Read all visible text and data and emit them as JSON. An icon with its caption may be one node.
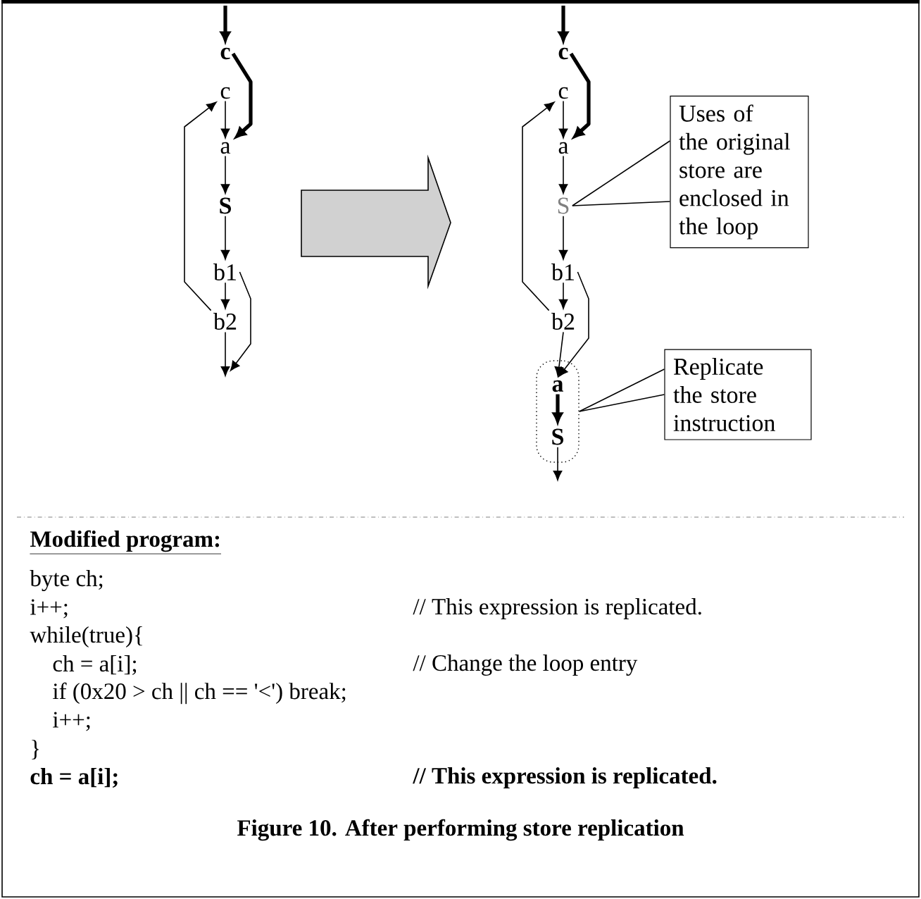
{
  "diagram": {
    "caption": "Figure 10. After performing store replication",
    "nodes": [
      {
        "text": [
          "c"
        ]
      },
      {
        "text": [
          "c"
        ]
      },
      {
        "text": [
          "a"
        ]
      },
      {
        "text": [
          "S"
        ]
      },
      {
        "text": [
          "b1"
        ]
      },
      {
        "text": [
          "b2"
        ]
      },
      {
        "text": [
          "c"
        ]
      },
      {
        "text": [
          "c"
        ]
      },
      {
        "text": [
          "a"
        ]
      },
      {
        "text": [
          "S"
        ]
      },
      {
        "text": [
          "b1"
        ]
      },
      {
        "text": [
          "b2"
        ]
      },
      {
        "text": [],
        "shape": "box"
      },
      {
        "text": [
          "a"
        ],
        "in": 12
      },
      {
        "text": [
          "S"
        ],
        "in": 12
      },
      {
        "text": [
          "Uses of the original store are enclosed in the loop"
        ]
      },
      {
        "text": [
          "Replicate the store instruction"
        ]
      }
    ],
    "edges": [
      {
        "from": null,
        "to": 0,
        "arrow": "to",
        "style": "thick"
      },
      {
        "from": 0,
        "to": 2,
        "arrow": "to",
        "style": "thick"
      },
      {
        "from": 1,
        "to": 2,
        "arrow": "to"
      },
      {
        "from": 2,
        "to": 3,
        "arrow": "to"
      },
      {
        "from": 3,
        "to": 4,
        "arrow": "to"
      },
      {
        "from": 4,
        "to": 5,
        "arrow": "to"
      },
      {
        "from": 5,
        "to": 1,
        "arrow": "to"
      },
      {
        "from": 4,
        "to": null,
        "arrow": "to"
      },
      {
        "from": 5,
        "to": null,
        "arrow": "to"
      },
      {
        "from": null,
        "to": 6,
        "arrow": "to",
        "style": "thick"
      },
      {
        "from": 6,
        "to": 8,
        "arrow": "to",
        "style": "thick"
      },
      {
        "from": 7,
        "to": 8,
        "arrow": "to"
      },
      {
        "from": 8,
        "to": 9,
        "arrow": "to"
      },
      {
        "from": 9,
        "to": 10,
        "arrow": "to"
      },
      {
        "from": 10,
        "to": 11,
        "arrow": "to"
      },
      {
        "from": 11,
        "to": 7,
        "arrow": "to"
      },
      {
        "from": 10,
        "to": 13,
        "arrow": "to"
      },
      {
        "from": 11,
        "to": 13,
        "arrow": "to"
      },
      {
        "from": 13,
        "to": 14,
        "arrow": "to",
        "style": "thick"
      },
      {
        "from": 14,
        "to": null,
        "arrow": "to"
      },
      {
        "from": 15,
        "to": 9,
        "arrow": "none"
      },
      {
        "from": 16,
        "to": 12,
        "arrow": "none"
      }
    ],
    "labels": [
      "Modified program:",
      "byte ch;",
      "i++;",
      "// This expression is replicated.",
      "while(true){",
      "ch = a[i];",
      "// Change the loop entry",
      "if (0x20 > ch || ch == '<') break;",
      "i++;",
      "}",
      "ch = a[i];",
      "// This expression is replicated."
    ]
  }
}
